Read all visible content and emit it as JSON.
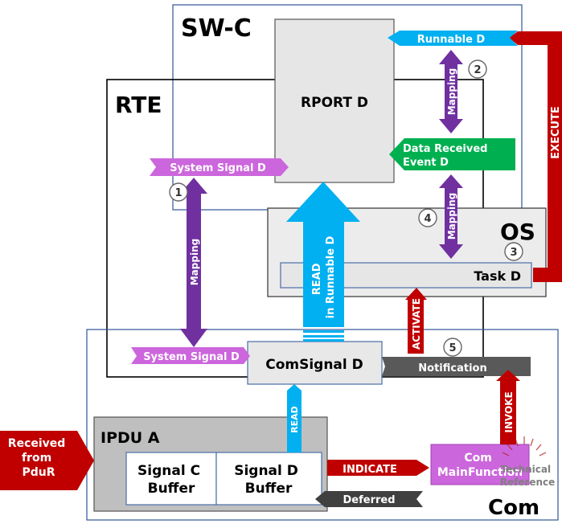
{
  "boxes": {
    "swc": "SW-C",
    "rte": "RTE",
    "os": "OS",
    "com": "Com",
    "ipdu": "IPDU A",
    "rport": "RPORT D",
    "task": "Task D",
    "comsignal": "ComSignal D",
    "signal_c_buffer": [
      "Signal C",
      "Buffer"
    ],
    "signal_d_buffer": [
      "Signal D",
      "Buffer"
    ],
    "com_main_function": [
      "Com",
      "MainFunction"
    ]
  },
  "arrows": {
    "runnable": "Runnable D",
    "data_received_event": [
      "Data Received",
      "Event D"
    ],
    "system_signal_top": "System Signal D",
    "system_signal_bottom": "System Signal D",
    "execute": "EXECUTE",
    "mapping_1": "Mapping",
    "mapping_2": "Mapping",
    "mapping_4": "Mapping",
    "read_in_runnable": [
      "READ",
      "in Runnable D"
    ],
    "activate": "ACTIVATE",
    "notification": "Notification",
    "invoke": "INVOKE",
    "read_small": "READ",
    "received_from_pdur": [
      "Received",
      "from",
      "PduR"
    ],
    "indicate": "INDICATE",
    "deferred": "Deferred"
  },
  "markers": [
    "1",
    "2",
    "3",
    "4",
    "5"
  ],
  "watermark": [
    "Technical",
    "Reference"
  ],
  "colors": {
    "purple": "#7030a0",
    "magenta": "#cc66dd",
    "cyan": "#00b0f0",
    "green": "#00b050",
    "red": "#c00000",
    "dark_gray": "#595959",
    "box_gray": "#bfbfbf",
    "light_gray": "#e8e8e8",
    "blue_border": "#2f5597"
  }
}
